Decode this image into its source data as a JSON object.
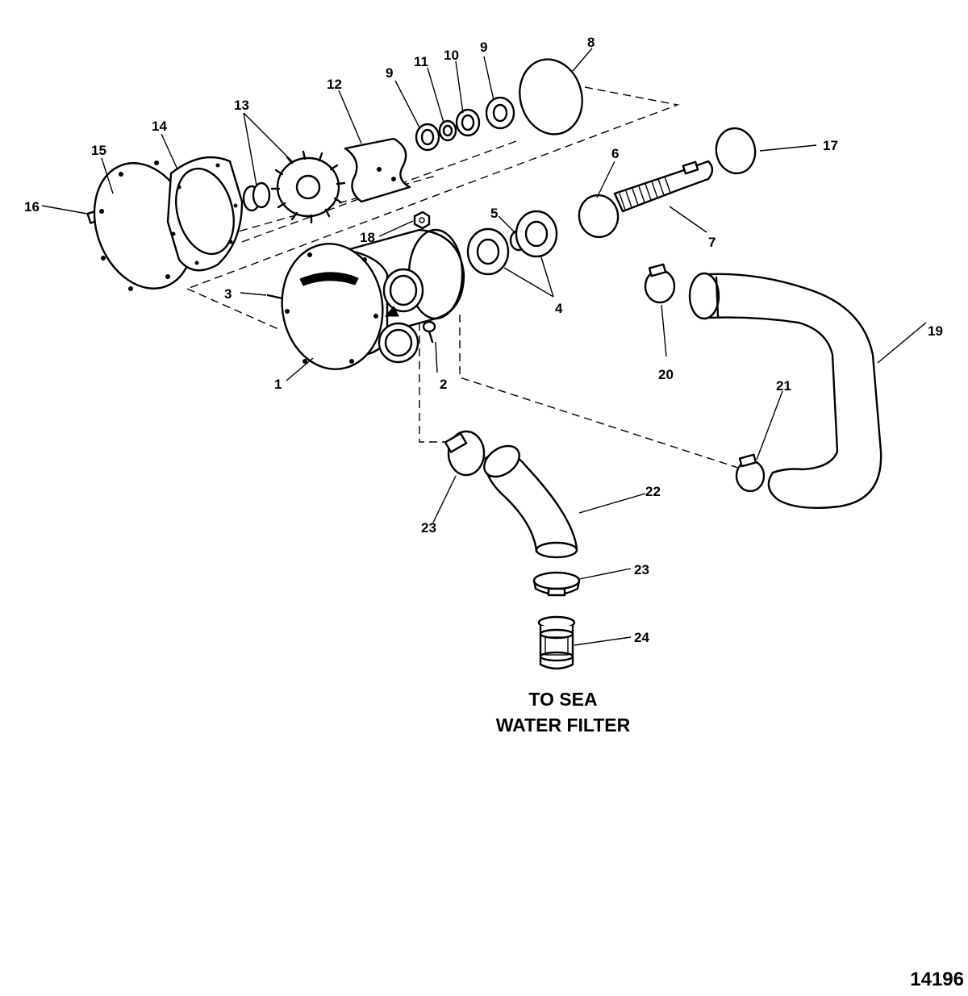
{
  "diagram": {
    "callouts": [
      "1",
      "2",
      "3",
      "4",
      "5",
      "6",
      "7",
      "8",
      "9",
      "9",
      "10",
      "11",
      "12",
      "13",
      "14",
      "15",
      "16",
      "17",
      "18",
      "19",
      "20",
      "21",
      "22",
      "23",
      "23",
      "24"
    ],
    "caption_lines": [
      "TO SEA",
      "WATER FILTER"
    ],
    "figure_number": "14196"
  }
}
